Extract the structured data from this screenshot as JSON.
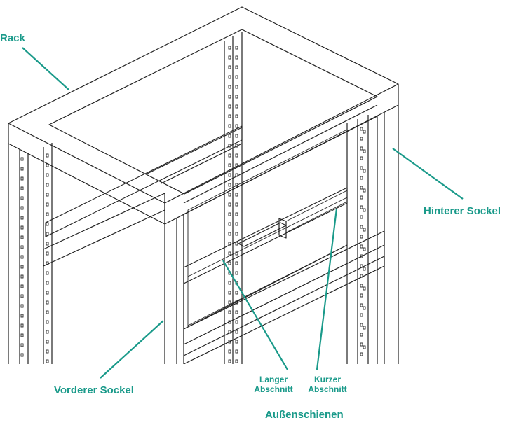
{
  "colors": {
    "label": "#1a9a8a",
    "leader": "#1a9a8a",
    "line": "#222222",
    "background": "#ffffff"
  },
  "labels": {
    "rack": "Rack",
    "rear_base": "Hinterer Sockel",
    "front_base": "Vorderer Sockel",
    "long_section_line1": "Langer",
    "long_section_line2": "Abschnitt",
    "short_section_line1": "Kurzer",
    "short_section_line2": "Abschnitt",
    "outer_rails": "Außenschienen"
  }
}
